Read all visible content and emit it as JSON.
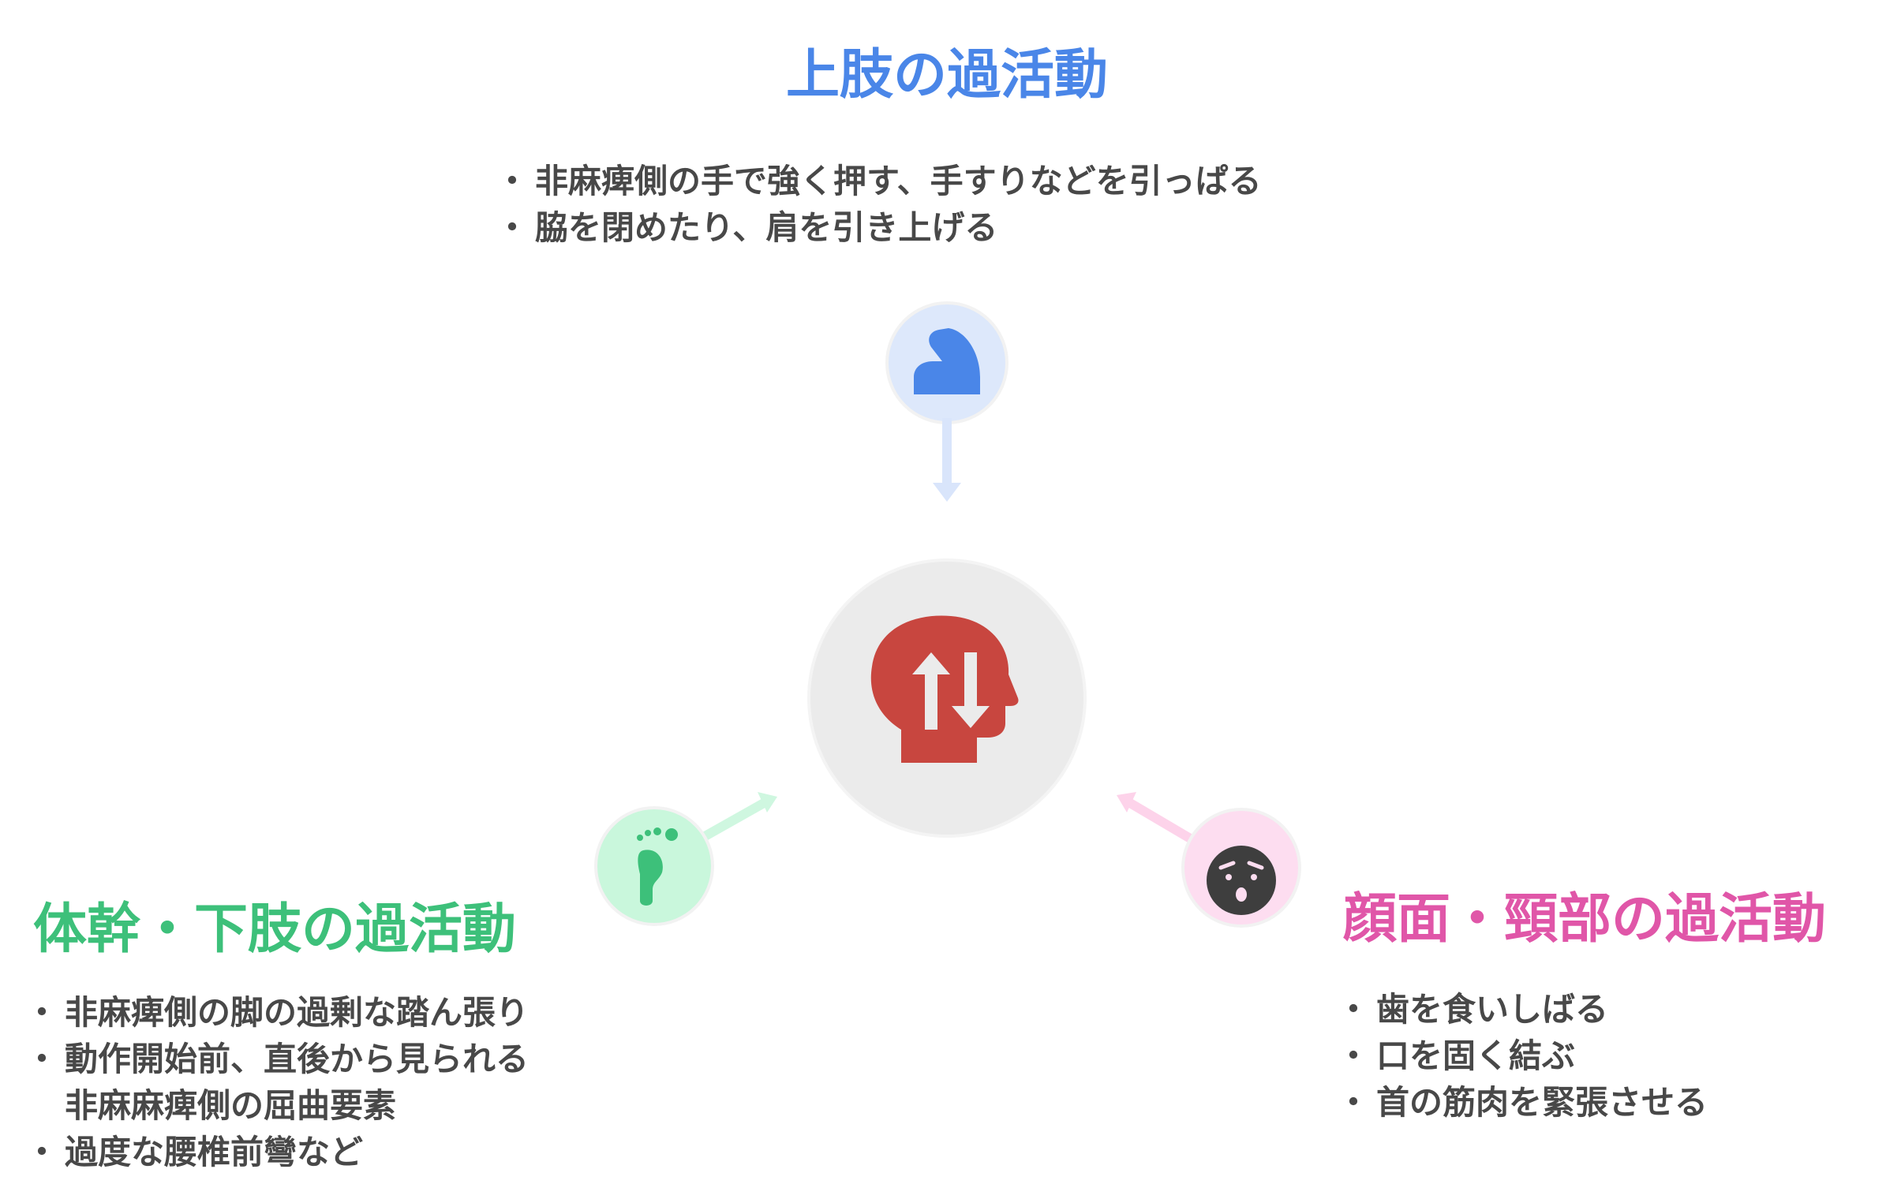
{
  "upper": {
    "title": "上肢の過活動",
    "color": "#4A86E8",
    "items": [
      "非麻痺側の手で強く押す、手すりなどを引っぱる",
      "脇を閉めたり、肩を引き上げる"
    ],
    "icon": "flexed-arm-icon"
  },
  "trunk": {
    "title": "体幹・下肢の過活動",
    "color": "#3DC07A",
    "items": [
      "非麻痺側の脚の過剰な踏ん張り",
      "動作開始前、直後から見られる",
      "非麻麻痺側の屈曲要素",
      "過度な腰椎前彎など"
    ],
    "icon": "footprint-icon"
  },
  "face": {
    "title": "顔面・頸部の過活動",
    "color": "#E056A8",
    "items": [
      "歯を食いしばる",
      "口を固く結ぶ",
      "首の筋肉を緊張させる"
    ],
    "icon": "anxious-face-icon"
  },
  "center": {
    "icon": "head-arrows-icon",
    "color": "#C8463F"
  }
}
